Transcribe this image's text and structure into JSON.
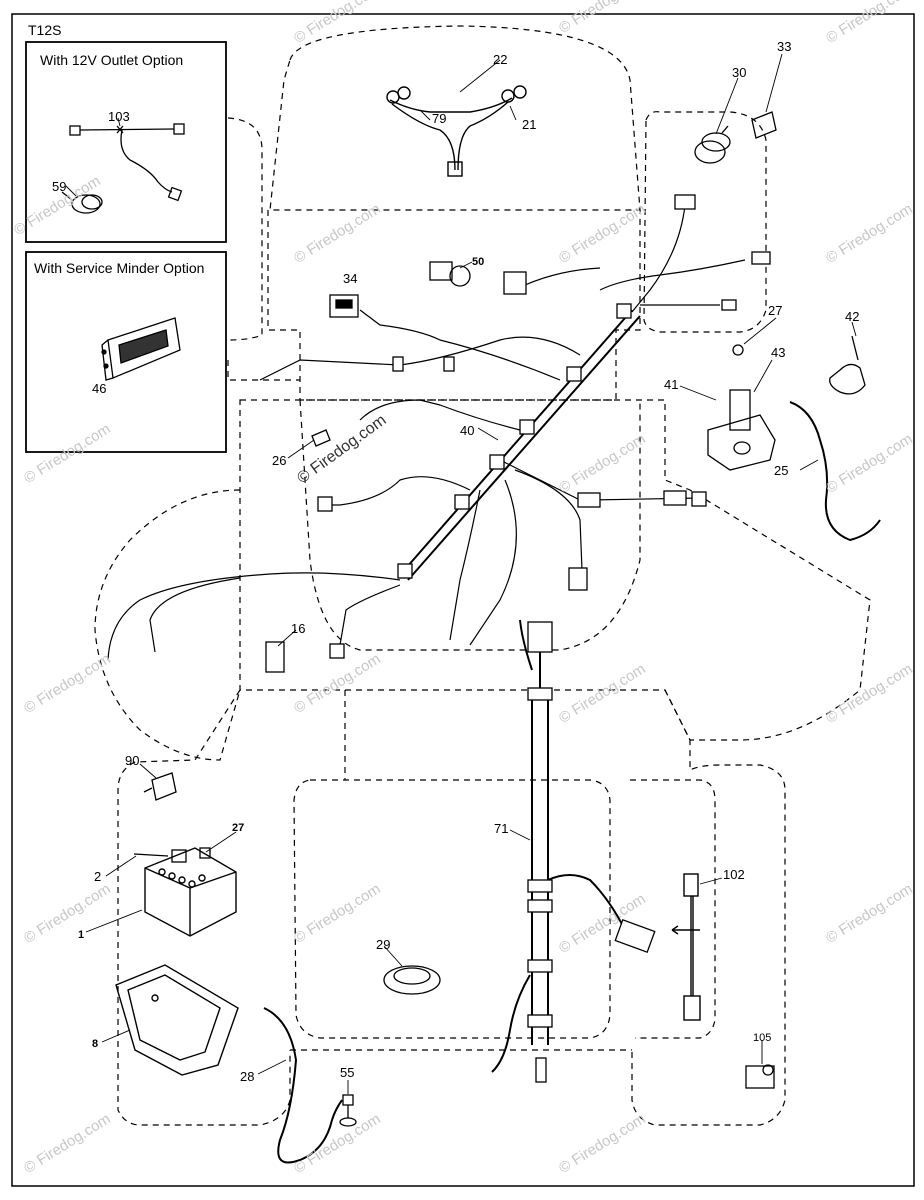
{
  "diagram_code": "T12S",
  "inset_12v": {
    "title": "With 12V Outlet Option",
    "part_harness": "103",
    "part_outlet": "59"
  },
  "inset_service": {
    "title": "With Service Minder Option",
    "part_minder": "46"
  },
  "watermark": "© Firedog.com",
  "parts": [
    {
      "id": "22"
    },
    {
      "id": "79"
    },
    {
      "id": "21"
    },
    {
      "id": "33"
    },
    {
      "id": "30"
    },
    {
      "id": "50"
    },
    {
      "id": "34"
    },
    {
      "id": "27a",
      "label": "27"
    },
    {
      "id": "42"
    },
    {
      "id": "43"
    },
    {
      "id": "41"
    },
    {
      "id": "40"
    },
    {
      "id": "26"
    },
    {
      "id": "25"
    },
    {
      "id": "16"
    },
    {
      "id": "90"
    },
    {
      "id": "27b",
      "label": "27"
    },
    {
      "id": "2"
    },
    {
      "id": "1"
    },
    {
      "id": "71"
    },
    {
      "id": "102"
    },
    {
      "id": "29"
    },
    {
      "id": "8"
    },
    {
      "id": "28"
    },
    {
      "id": "55"
    },
    {
      "id": "105"
    }
  ]
}
